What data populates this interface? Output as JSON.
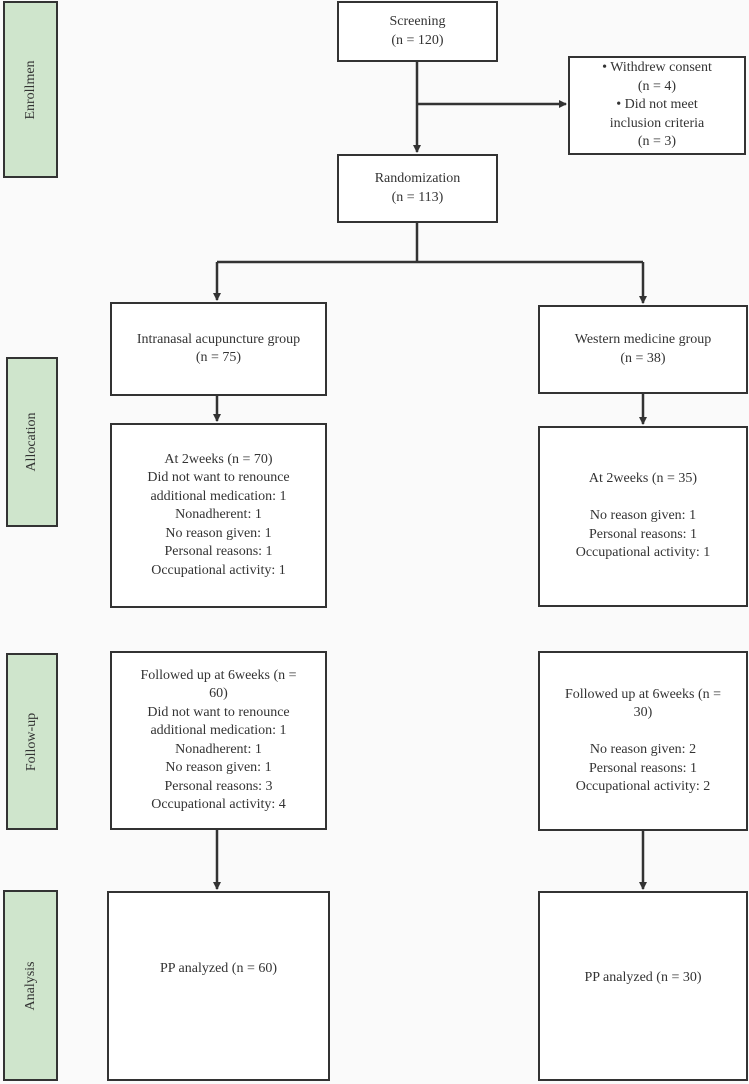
{
  "stages": {
    "enrollment": "Enrollmen",
    "allocation": "Allocation",
    "follow_up": "Follow-up",
    "analysis": "Analysis"
  },
  "screening": [
    "Screening",
    "(n = 120)"
  ],
  "excluded": [
    "• Withdrew consent",
    "(n = 4)",
    "• Did not meet",
    "inclusion criteria",
    "(n = 3)"
  ],
  "randomization": [
    "Randomization",
    "(n = 113)"
  ],
  "left": {
    "group": [
      "Intranasal acupuncture group",
      "(n = 75)"
    ],
    "week2": [
      "At 2weeks (n = 70)",
      "Did not want to renounce",
      "additional medication: 1",
      "Nonadherent: 1",
      "No reason given: 1",
      "Personal reasons: 1",
      "Occupational activity: 1"
    ],
    "week6": [
      "Followed up at 6weeks (n =",
      "60)",
      "Did not want to renounce",
      "additional medication: 1",
      "Nonadherent: 1",
      "No reason given: 1",
      "Personal reasons: 3",
      "Occupational activity: 4"
    ],
    "analysis": [
      "PP  analyzed (n = 60)"
    ]
  },
  "right": {
    "group": [
      "Western medicine group",
      "(n = 38)"
    ],
    "week2": [
      "At 2weeks (n = 35)",
      "",
      "No reason given: 1",
      "Personal reasons: 1",
      "Occupational activity: 1"
    ],
    "week6": [
      "Followed up at 6weeks (n =",
      "30)",
      "",
      "No reason given: 2",
      "Personal reasons: 1",
      "Occupational activity: 2"
    ],
    "analysis": [
      "PP  analyzed (n = 30)"
    ]
  }
}
